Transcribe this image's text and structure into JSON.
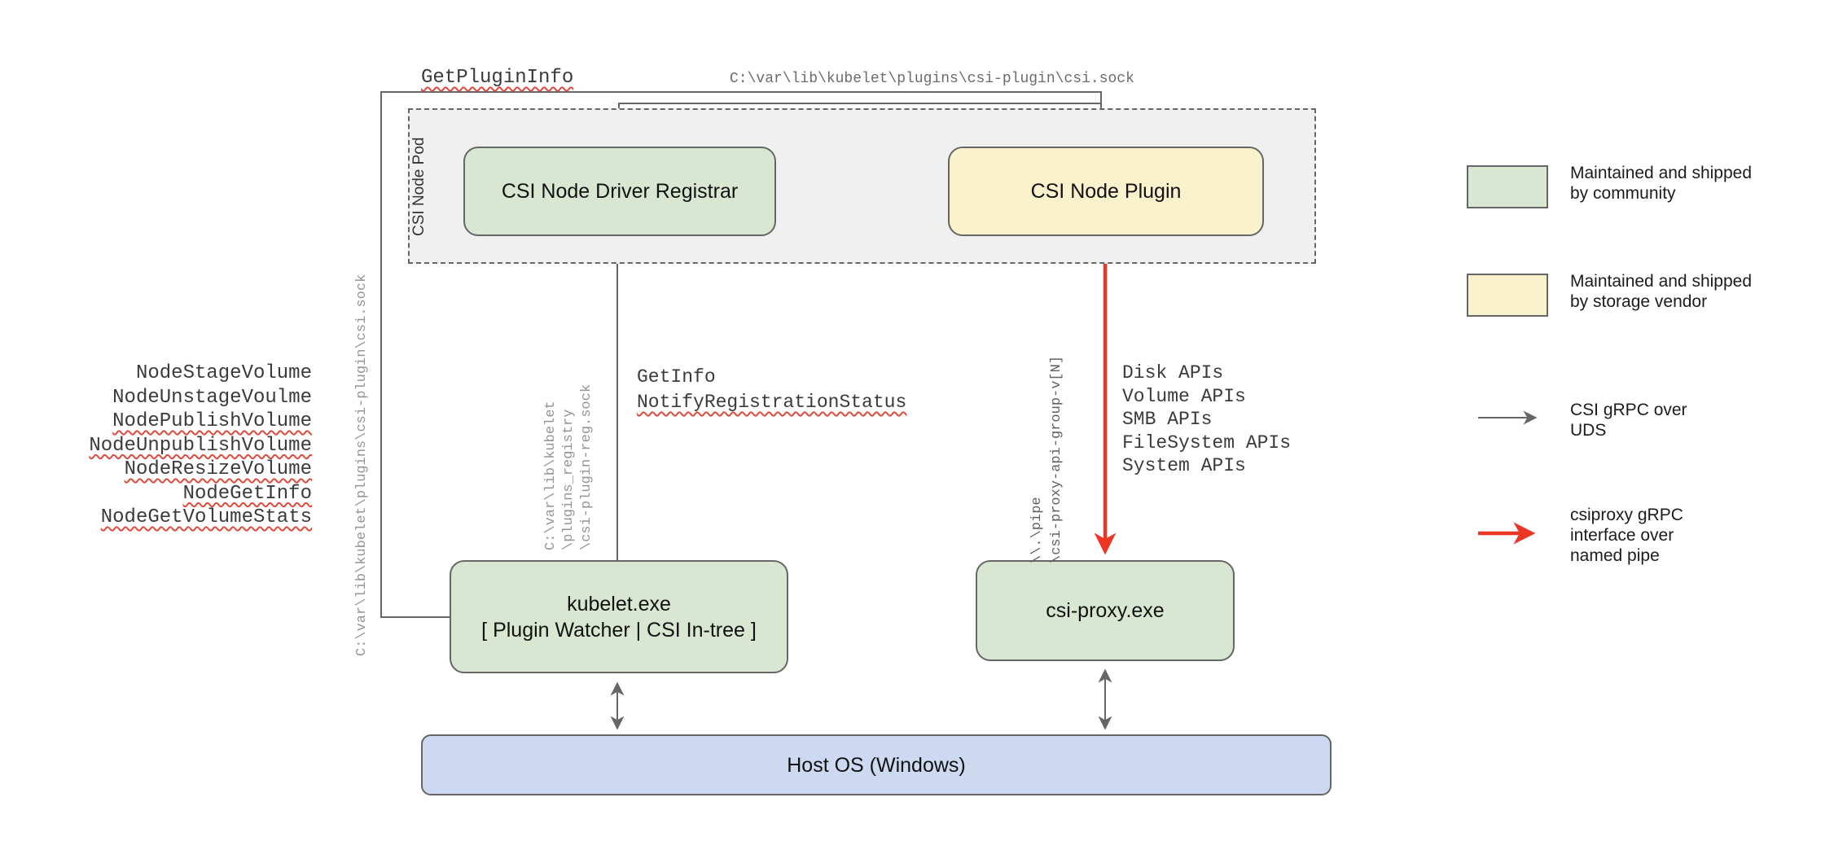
{
  "colors": {
    "community_green": "#d9e7d2",
    "vendor_yellow": "#faf1cd",
    "host_blue": "#ccd9f1",
    "pod_background": "#f0f0f0",
    "connector_gray": "#666666",
    "pipe_red": "#ee3524",
    "squiggle_red": "#dd4b3e"
  },
  "diagram": {
    "get_plugin_info": "GetPluginInfo",
    "top_socket_path": "C:\\var\\lib\\kubelet\\plugins\\csi-plugin\\csi.sock",
    "left_socket_path": "C:\\var\\lib\\kubelet\\plugins\\csi-plugin\\csi.sock",
    "pod_label": "CSI Node Pod",
    "registrar_label": "CSI Node Driver Registrar",
    "plugin_label": "CSI Node Plugin",
    "kubelet_line1": "kubelet.exe",
    "kubelet_line2": "[ Plugin Watcher | CSI In-tree ]",
    "csiproxy_label": "csi-proxy.exe",
    "hostos_label": "Host OS (Windows)",
    "get_info": "GetInfo",
    "notify_registration_status": "NotifyRegistrationStatus",
    "registry_path": [
      "C:\\var\\lib\\kubelet",
      "\\plugins_registry",
      "\\csi-plugin-reg.sock"
    ],
    "pipe_path": [
      "\\\\.\\pipe",
      "\\csi-proxy-api-group-v[N]"
    ],
    "node_methods": [
      {
        "label": "NodeStageVolume"
      },
      {
        "label": "NodeUnstageVoulme"
      },
      {
        "label": "NodePublishVolume"
      },
      {
        "label": "NodeUnpublishVolume"
      },
      {
        "label": "NodeResizeVolume"
      },
      {
        "label": "NodeGetInfo"
      },
      {
        "label": "NodeGetVolumeStats"
      }
    ],
    "api_list": [
      "Disk APIs",
      "Volume APIs",
      "SMB APIs",
      "FileSystem APIs",
      "System APIs"
    ]
  },
  "legend": {
    "community_line1": "Maintained and shipped",
    "community_line2": "by community",
    "vendor_line1": "Maintained and shipped",
    "vendor_line2": "by storage vendor",
    "uds_line1": "CSI gRPC over",
    "uds_line2": "UDS",
    "pipe_line1": "csiproxy gRPC",
    "pipe_line2": "interface over",
    "pipe_line3": "named pipe"
  }
}
